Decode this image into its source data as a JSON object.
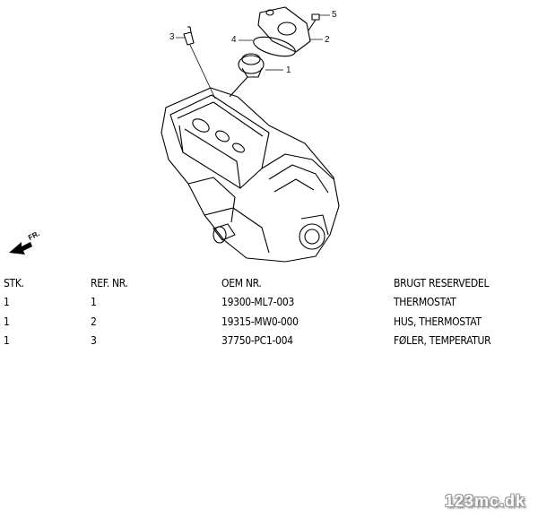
{
  "diagram": {
    "callouts": [
      "1",
      "2",
      "3",
      "4",
      "5"
    ],
    "front_label": "FR."
  },
  "table": {
    "headers": [
      "STK.",
      "REF. NR.",
      "OEM NR.",
      "BRUGT RESERVEDEL"
    ],
    "rows": [
      [
        "1",
        "1",
        "19300-ML7-003",
        "THERMOSTAT"
      ],
      [
        "1",
        "2",
        "19315-MW0-000",
        "HUS, THERMOSTAT"
      ],
      [
        "1",
        "3",
        "37750-PC1-004",
        "FØLER, TEMPERATUR"
      ]
    ]
  },
  "watermark": "123mc.dk"
}
